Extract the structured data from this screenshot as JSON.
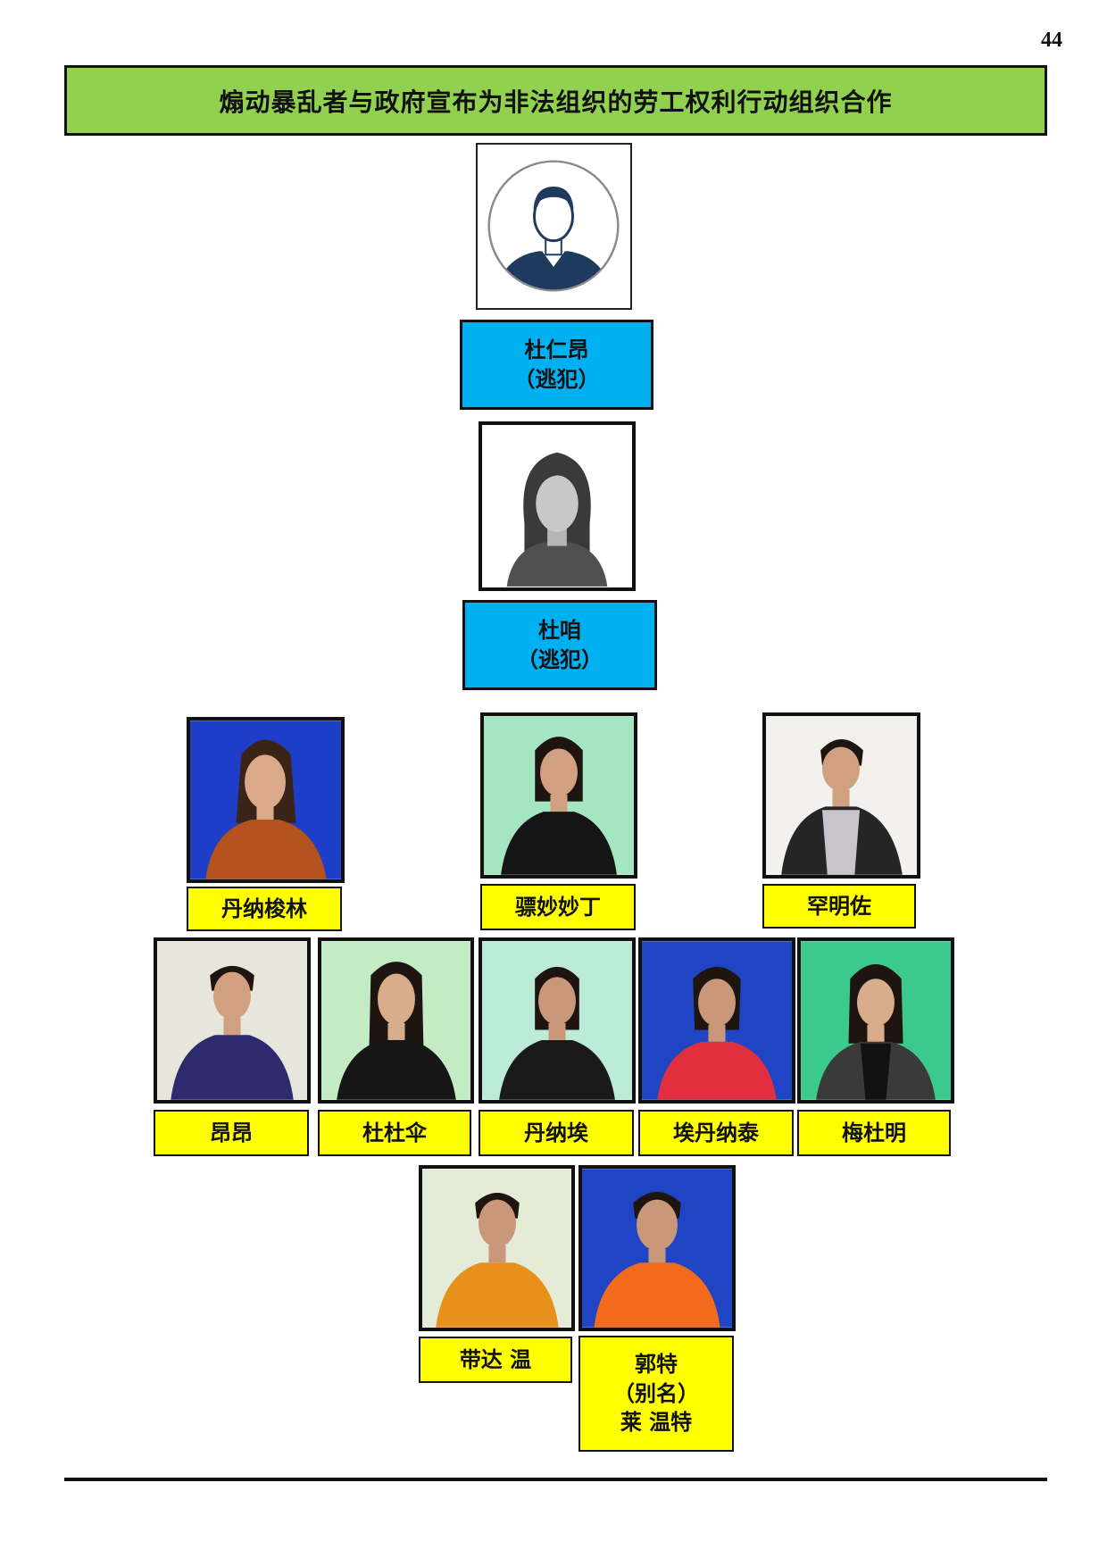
{
  "page_number": "44",
  "banner": {
    "title": "煽动暴乱者与政府宣布为非法组织的劳工权利行动组织合作",
    "color": "#92d050"
  },
  "colors": {
    "leader_label": "#00b0f0",
    "member_label": "#ffff00",
    "banner": "#92d050"
  },
  "leaders": [
    {
      "name": "杜仁昂",
      "status": "（逃犯）",
      "icon": "male-avatar-icon"
    },
    {
      "name": "杜咱",
      "status": "（逃犯）",
      "icon": "female-avatar-icon"
    }
  ],
  "members_row1": [
    {
      "name": "丹纳梭林"
    },
    {
      "name": "骠妙妙丁"
    },
    {
      "name": "罕明佐"
    }
  ],
  "members_row2": [
    {
      "name": "昂昂"
    },
    {
      "name": "杜杜伞"
    },
    {
      "name": "丹纳埃"
    },
    {
      "name": "埃丹纳泰"
    },
    {
      "name": "梅杜明"
    }
  ],
  "members_row3": [
    {
      "name": "带达  温"
    },
    {
      "name": "郭特",
      "alias_label": "（别名）",
      "alias": "莱  温特"
    }
  ]
}
